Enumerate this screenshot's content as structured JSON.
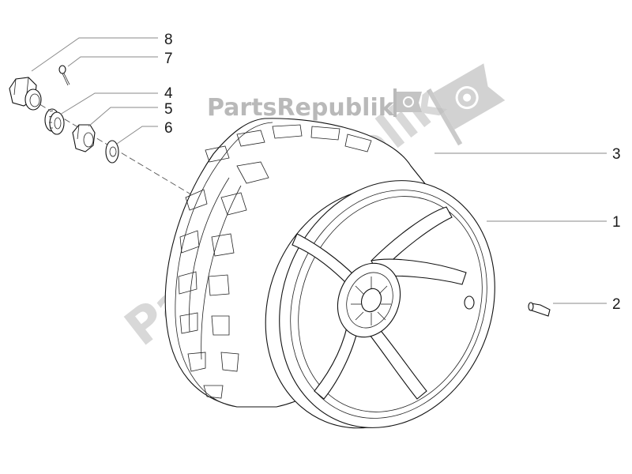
{
  "watermark": {
    "brand_text": "PartsRepublik",
    "color": "#b9b9b9"
  },
  "callouts": [
    {
      "id": "1",
      "label": "1"
    },
    {
      "id": "2",
      "label": "2"
    },
    {
      "id": "3",
      "label": "3"
    },
    {
      "id": "4",
      "label": "4"
    },
    {
      "id": "5",
      "label": "5"
    },
    {
      "id": "6",
      "label": "6"
    },
    {
      "id": "7",
      "label": "7"
    },
    {
      "id": "8",
      "label": "8"
    }
  ]
}
